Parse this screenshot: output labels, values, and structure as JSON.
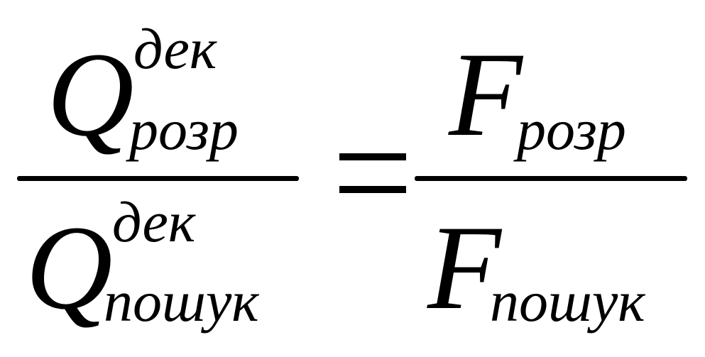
{
  "formula": {
    "left": {
      "numerator": {
        "base": "Q",
        "superscript": "дек",
        "subscript": "розр"
      },
      "denominator": {
        "base": "Q",
        "superscript": "дек",
        "subscript": "пошук"
      }
    },
    "operator": "=",
    "right": {
      "numerator": {
        "base": "F",
        "subscript": "розр"
      },
      "denominator": {
        "base": "F",
        "subscript": "пошук"
      }
    }
  }
}
